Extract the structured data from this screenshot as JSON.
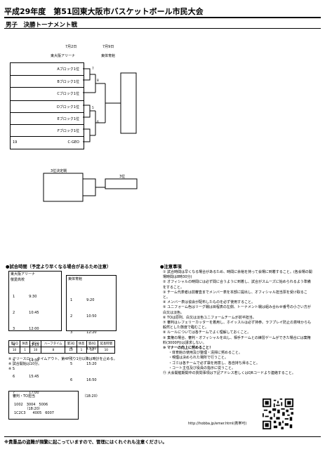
{
  "header": {
    "title": "平成29年度　第51回東大阪市バスケットボール市民大会",
    "subtitle": "男子　決勝トーナメント戦"
  },
  "bracket": {
    "dates": [
      "7月2日",
      "7月9日"
    ],
    "venues": [
      "東大阪アリーナ",
      "東体育館"
    ],
    "teams": [
      "Aブロック1位",
      "Bブロック1位",
      "Cブロック1位",
      "Dブロック1位",
      "Eブロック1位",
      "Fブロック1位",
      "C-GEO"
    ],
    "seed_number": "19",
    "match_numbers": [
      "7",
      "8",
      "5",
      "6"
    ],
    "third_place_label": "3位決定戦",
    "third_place_result": "3位"
  },
  "schedule": {
    "heading": "●試合時間（予定より早くなる場合があるため注意）",
    "left_venue": "東大阪アリーナ\n敬愛高校",
    "left_rows": [
      "1　　　　9:30",
      "2　　　　10:45",
      "3　　　　12:00",
      "4　　　　13:15",
      "5　　　　14:30",
      "6　　　　15:45",
      "7　　　　17:00",
      "　　　　（18:20）"
    ],
    "right_venue": "東体育館",
    "right_rows": [
      "1　　　　9:20",
      "2　　　　10:50",
      "3　　　　12:20",
      "4　　　　13:50",
      "5　　　　15:20",
      "6　　　　16:50",
      "　　　　（18:20）"
    ],
    "period_headers": [
      "第1Q",
      "休息",
      "第2Q",
      "ハーフタイム",
      "第3Q",
      "休息",
      "第4Q",
      "延長時間"
    ],
    "period_values": [
      "10",
      "1",
      "10",
      "8",
      "10",
      "1",
      "10",
      "10"
    ],
    "rule_notes": [
      "※ フリースロー、タイムアウト、第4P残り1分以降は時計を止める。",
      "※ 試合開始は10分。",
      "※ S"
    ]
  },
  "officials": {
    "heading": "審判・TO担当",
    "line1": "1002　3004　5006",
    "line2": "1C2C3　　4005　6007"
  },
  "notes": {
    "heading": "●注意事項",
    "items": [
      "① 試合時間は早くなる場合があるため、時間に余裕を持って会場に到着すること。(各会場の開場時間は8時30分)",
      "② オフィシャルの時間には必ず間に合うように到着し、試合がスムーズに始められるよう準備をすること。",
      "③ チーム代表者は前審査までメンバー表を本部に提出し、オフィシャル担当票を受け取ること。",
      "④ メンバー表は協会が配布したものを必ず使用すること。",
      "⑤ ユニフォーム色はリーグ戦は目程表の左側、トーナメント戦は組み合わせ番号の小さい方が白又は淡色。",
      "⑥ TOは原則、白又は淡色ユニフォームチームが前半担当。",
      "⑦ 審判はレフェリーカッターを着用し、ホイッスルは必ず持参。ラフプレイ防止の意味からも毅然とした態度で臨むこと。",
      "⑧ ルールについては各チームでよく理解しておくこと。",
      "⑨ 棄権の場合、審判・オフィシャルを出し、相手チームとの練習ゲームができた場合には棄権料(3000円)は請求しない。",
      "⑩ マナーの向上に努めること！",
      "・体育館の使用及び整理・清掃に努めること。",
      "・喫煙は決められた場所で行うこと。",
      "・ゴミは各チームで必ず袋を用意し、各自持ち帰ること。",
      "・コート主任及び役員の指示に従うこと。",
      "⑪ 大会開催期間中の質問事項は下記アドレス若しくはQRコードより連絡すること。"
    ],
    "url": "http://hobba.jp/emer.html(携帯可)"
  },
  "footer": "※貴重品の盗難が頻繁に起こっていますので、管理にはくれぐれも注意ください。"
}
